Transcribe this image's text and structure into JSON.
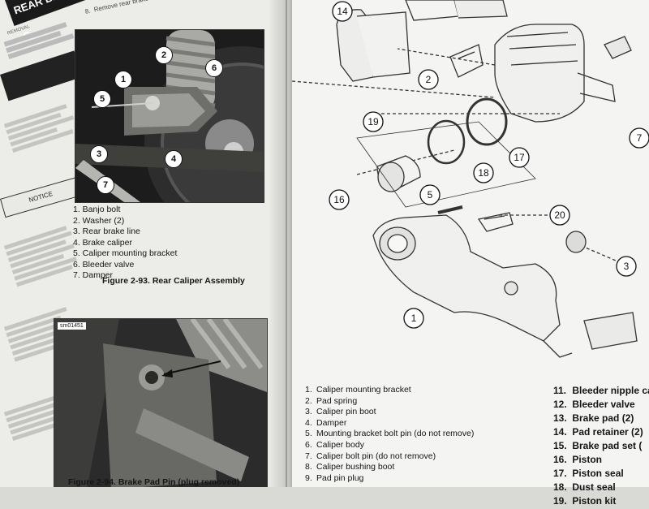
{
  "left_page": {
    "section_tab": "REAR BRAKE C",
    "subheading": "REMOVAL",
    "notice_label": "NOTICE",
    "top_instruction": "Remove rear brake caliper and caliper mounting bracket",
    "top_instruction_partial": "Remove",
    "figure_93": {
      "caption": "Figure 2-93. Rear Caliper Assembly",
      "legend": [
        "1.  Banjo bolt",
        "2.  Washer (2)",
        "3.  Rear brake line",
        "4.  Brake caliper",
        "5.  Caliper mounting bracket",
        "6.  Bleeder valve",
        "7.  Damper"
      ],
      "callouts": [
        "1",
        "2",
        "3",
        "4",
        "5",
        "6",
        "7"
      ]
    },
    "figure_94": {
      "tag": "sm01451",
      "caption": "Figure 2-94. Brake Pad Pin (plug removed)"
    }
  },
  "right_page": {
    "callouts": [
      "14",
      "2",
      "19",
      "17",
      "18",
      "16",
      "5",
      "20",
      "3",
      "1",
      "7"
    ],
    "parts_left": [
      {
        "num": "1.",
        "text": "Caliper mounting bracket"
      },
      {
        "num": "2.",
        "text": "Pad spring"
      },
      {
        "num": "3.",
        "text": "Caliper pin boot"
      },
      {
        "num": "4.",
        "text": "Damper"
      },
      {
        "num": "5.",
        "text": "Mounting bracket bolt pin (do not remove)"
      },
      {
        "num": "6.",
        "text": "Caliper body"
      },
      {
        "num": "7.",
        "text": "Caliper bolt pin (do not remove)"
      },
      {
        "num": "8.",
        "text": "Caliper bushing boot"
      },
      {
        "num": "9.",
        "text": "Pad pin plug"
      }
    ],
    "parts_right": [
      {
        "num": "11.",
        "text": "Bleeder nipple ca"
      },
      {
        "num": "12.",
        "text": "Bleeder valve"
      },
      {
        "num": "13.",
        "text": "Brake pad (2)"
      },
      {
        "num": "14.",
        "text": "Pad retainer (2)"
      },
      {
        "num": "15.",
        "text": "Brake pad set ("
      },
      {
        "num": "16.",
        "text": "Piston"
      },
      {
        "num": "17.",
        "text": "Piston seal"
      },
      {
        "num": "18.",
        "text": "Dust seal"
      },
      {
        "num": "19.",
        "text": "Piston kit"
      }
    ]
  }
}
